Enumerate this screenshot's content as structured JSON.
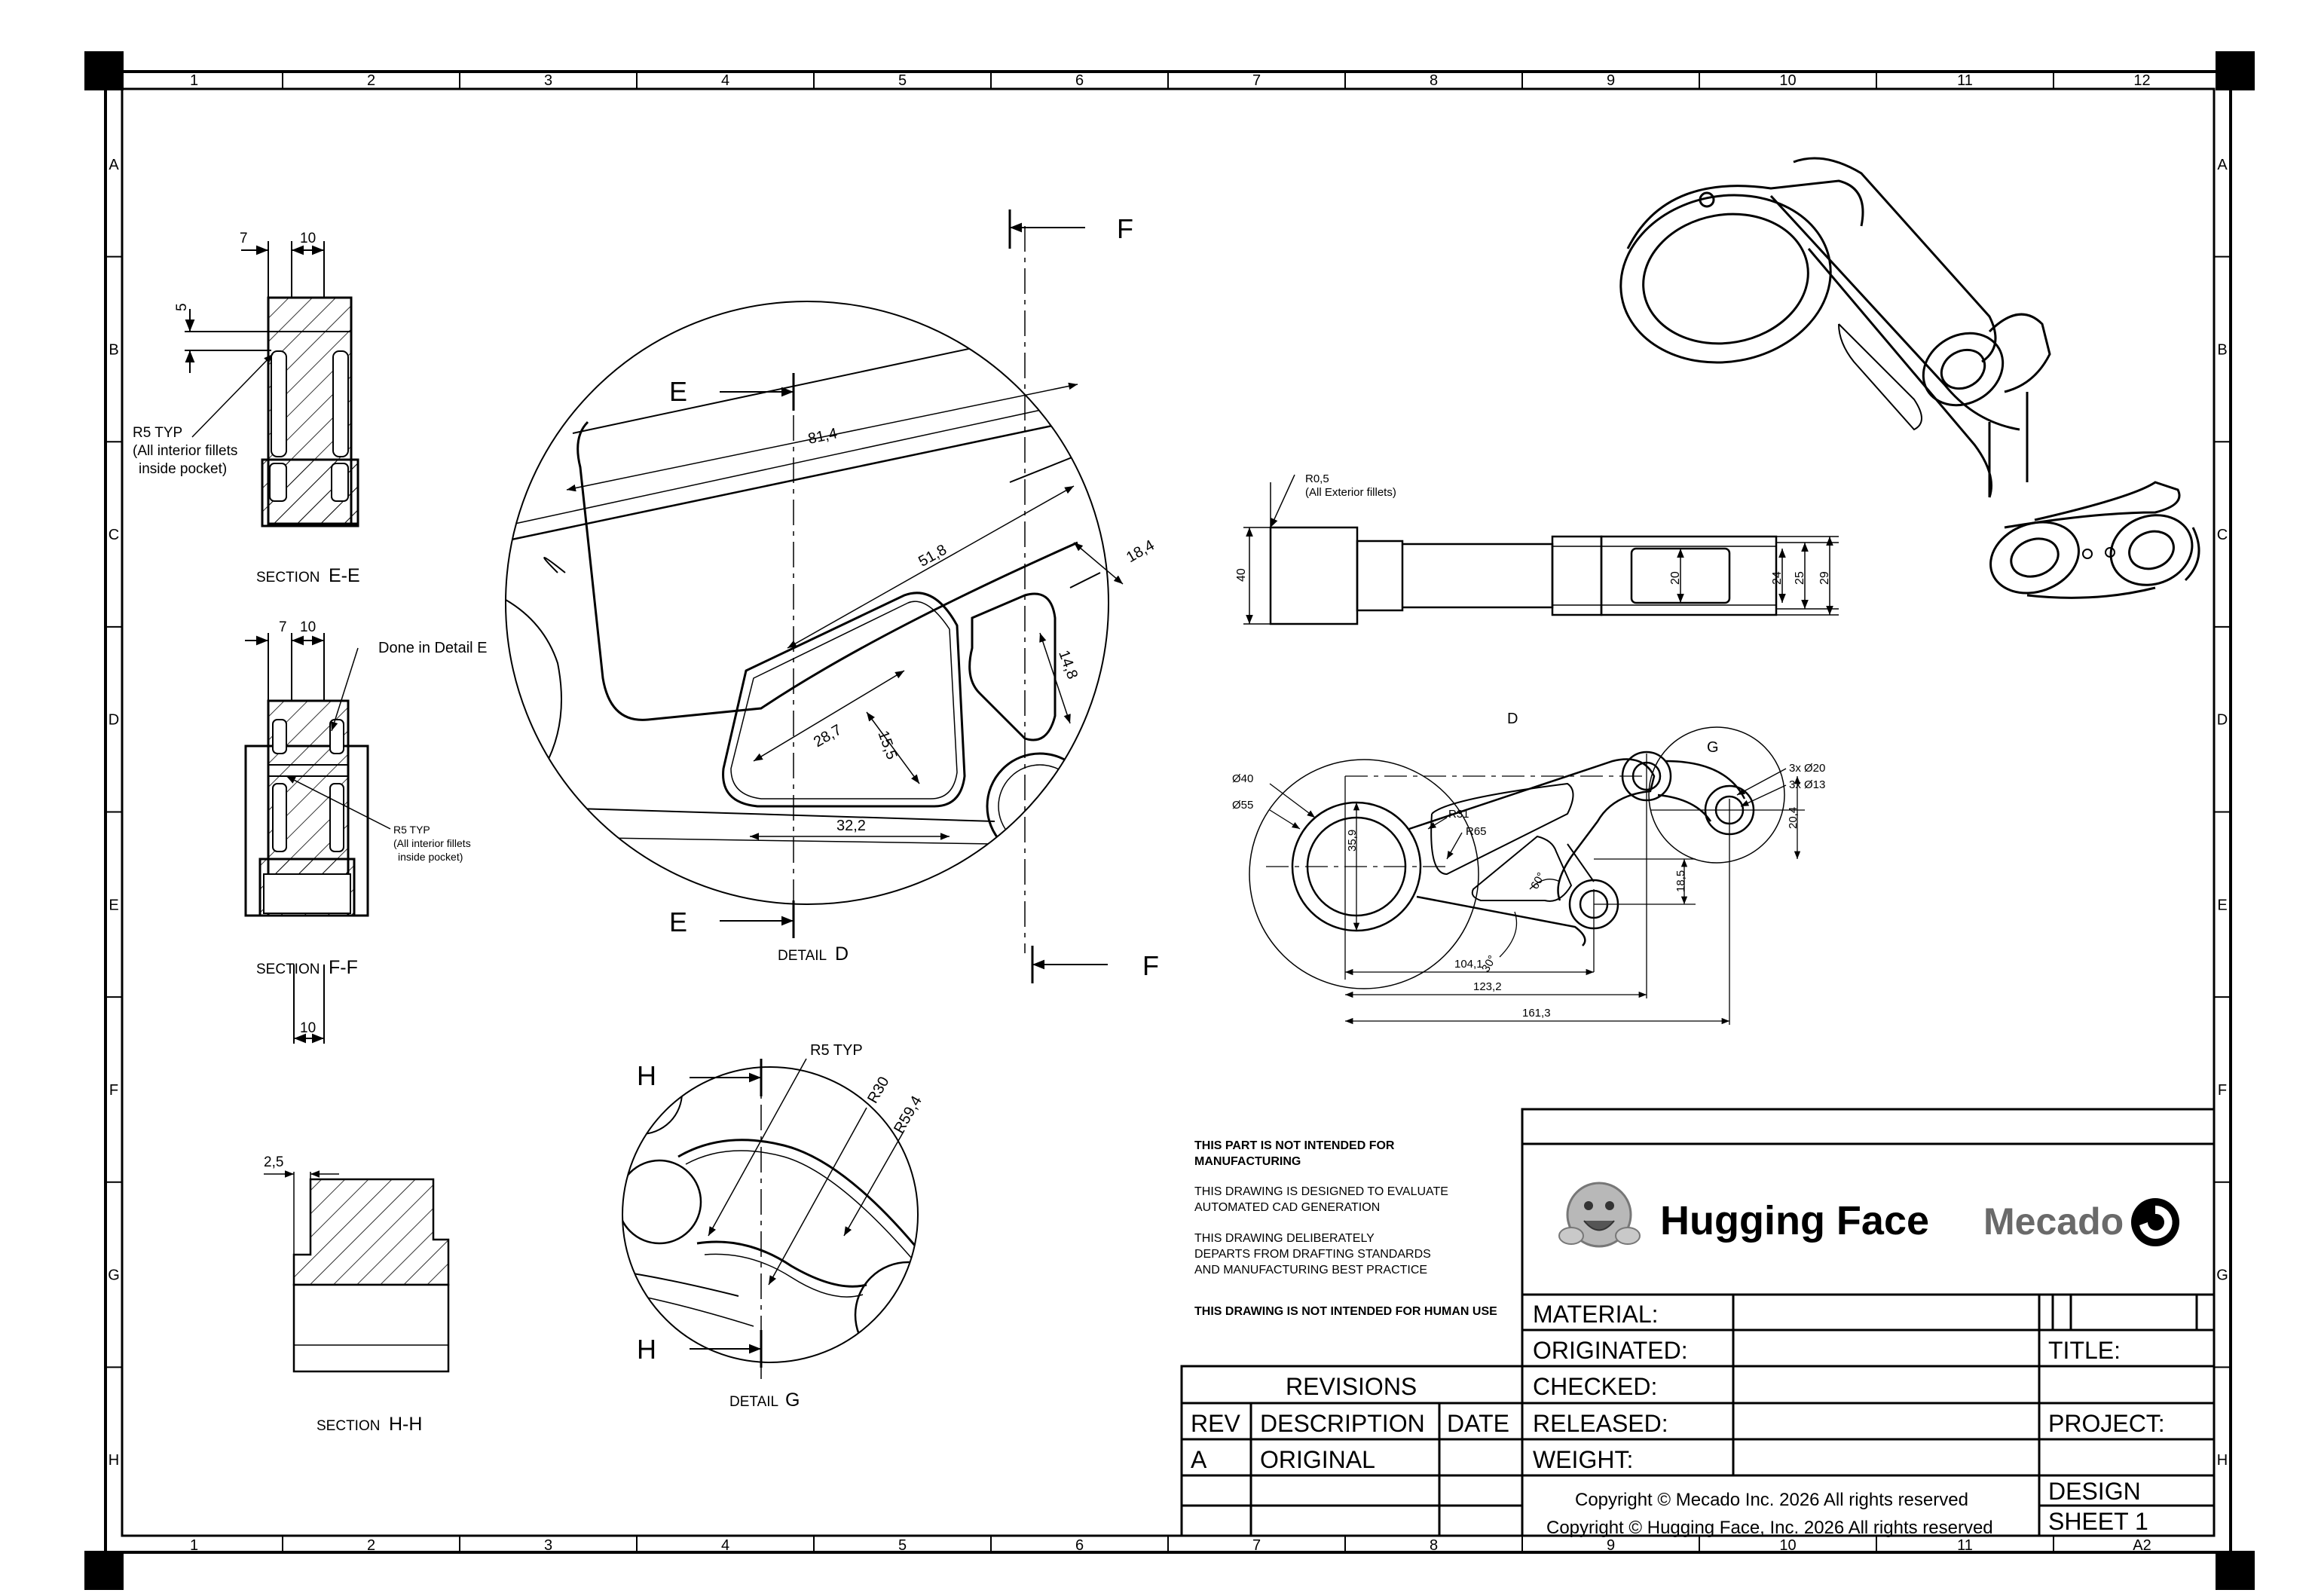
{
  "border": {
    "columns": [
      "1",
      "2",
      "3",
      "4",
      "5",
      "6",
      "7",
      "8",
      "9",
      "10",
      "11",
      "12"
    ],
    "rows": [
      "A",
      "B",
      "C",
      "D",
      "E",
      "F",
      "G",
      "H"
    ],
    "sheet_size": "A2"
  },
  "notes": {
    "line1a": "THIS PART IS NOT INTENDED FOR",
    "line1b": "MANUFACTURING",
    "line2a": "THIS DRAWING IS DESIGNED TO EVALUATE",
    "line2b": "AUTOMATED CAD GENERATION",
    "line3a": "THIS DRAWING DELIBERATELY",
    "line3b": "DEPARTS FROM DRAFTING STANDARDS",
    "line3c": "AND MANUFACTURING BEST PRACTICE",
    "line4": "THIS DRAWING IS NOT INTENDED FOR HUMAN USE"
  },
  "title_block": {
    "hf_name": "Hugging Face",
    "mecado_name": "Mecado",
    "fields": {
      "material": "MATERIAL:",
      "originated": "ORIGINATED:",
      "checked": "CHECKED:",
      "released": "RELEASED:",
      "weight": "WEIGHT:",
      "title": "TITLE:",
      "project": "PROJECT:",
      "design": "DESIGN",
      "sheet": "SHEET 1"
    },
    "copyright1": "Copyright © Mecado Inc. 2026 All rights reserved",
    "copyright2": "Copyright © Hugging Face, Inc. 2026 All rights reserved"
  },
  "revisions": {
    "title": "REVISIONS",
    "headers": [
      "REV",
      "DESCRIPTION",
      "DATE"
    ],
    "rows": [
      [
        "A",
        "ORIGINAL",
        ""
      ]
    ]
  },
  "views": {
    "section_ee": {
      "label_small": "SECTION",
      "label": "E-E",
      "dims": [
        "7",
        "10",
        "5"
      ],
      "note1": "R5 TYP",
      "note2": "(All interior fillets",
      "note3": "inside pocket)"
    },
    "section_ff": {
      "label_small": "SECTION",
      "label": "F-F",
      "dims": [
        "7",
        "10",
        "10"
      ],
      "note": "Done in Detail E",
      "note_r1": "R5 TYP",
      "note_r2": "(All interior fillets",
      "note_r3": "inside pocket)"
    },
    "section_hh": {
      "label_small": "SECTION",
      "label": "H-H",
      "dim": "2,5"
    },
    "detail_d": {
      "label_small": "DETAIL",
      "label": "D",
      "dims": [
        "81,4",
        "51,8",
        "18,4",
        "14,8",
        "28,7",
        "15,5",
        "32,2"
      ],
      "cut_e": "E",
      "cut_f": "F"
    },
    "detail_g": {
      "label_small": "DETAIL",
      "label": "G",
      "dims": [
        "R5 TYP",
        "R30",
        "R59,4"
      ],
      "cut_h": "H"
    },
    "top_view": {
      "note1": "R0,5",
      "note2": "(All Exterior fillets)",
      "dims": [
        "40",
        "20",
        "24",
        "25",
        "29"
      ]
    },
    "front_view": {
      "dims": [
        "Ø40",
        "Ø55",
        "35,9",
        "R31",
        "R65",
        "60°",
        "30°",
        "18,5",
        "20,4",
        "3x Ø20",
        "3x Ø13",
        "104,1",
        "123,2",
        "161,3"
      ],
      "detail_d_label": "D",
      "detail_g_label": "G"
    }
  }
}
